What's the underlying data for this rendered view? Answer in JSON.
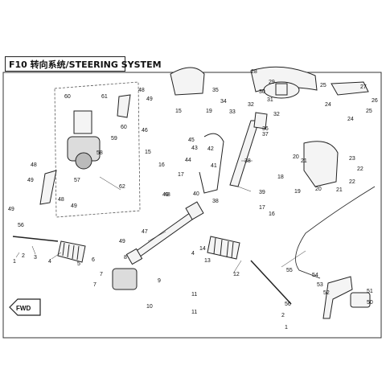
{
  "title": "F10 转向系统/STEERING SYSTEM",
  "fwd_label": "FWD",
  "callouts": [
    "1",
    "2",
    "3",
    "4",
    "5",
    "6",
    "7",
    "8",
    "9",
    "10",
    "11",
    "12",
    "13",
    "14",
    "15",
    "16",
    "17",
    "18",
    "19",
    "20",
    "21",
    "22",
    "23",
    "24",
    "25",
    "26",
    "27",
    "28",
    "29",
    "30",
    "31",
    "32",
    "33",
    "34",
    "35",
    "36",
    "37",
    "38",
    "39",
    "40",
    "41",
    "42",
    "43",
    "44",
    "45",
    "46",
    "47",
    "48",
    "49",
    "50",
    "51",
    "52",
    "53",
    "54",
    "55",
    "56",
    "57",
    "58",
    "59",
    "60",
    "61",
    "62"
  ],
  "colors": {
    "line": "#222222",
    "frame": "#333333",
    "part_fill": "#f4f4f4",
    "part_dark": "#555555"
  }
}
